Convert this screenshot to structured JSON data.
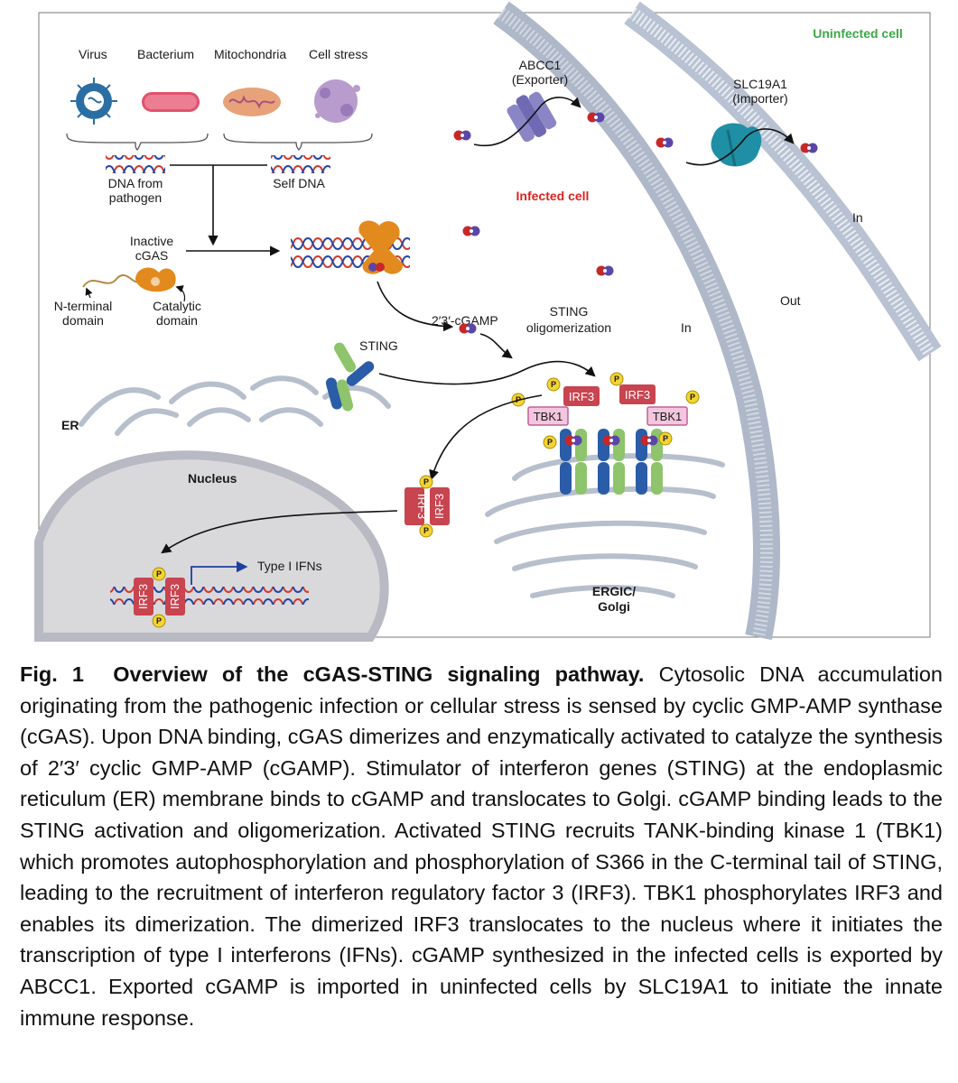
{
  "diagram": {
    "sources": [
      "Virus",
      "Bacterium",
      "Mitochondria",
      "Cell stress"
    ],
    "dna_from_pathogen_l1": "DNA from",
    "dna_from_pathogen_l2": "pathogen",
    "self_dna": "Self DNA",
    "inactive_cgas_l1": "Inactive",
    "inactive_cgas_l2": "cGAS",
    "n_terminal_l1": "N-terminal",
    "n_terminal_l2": "domain",
    "catalytic_l1": "Catalytic",
    "catalytic_l2": "domain",
    "cgamp": "2′3′-cGAMP",
    "sting_olig_l1": "STING",
    "sting_olig_l2": "oligomerization",
    "sting": "STING",
    "er": "ER",
    "nucleus": "Nucleus",
    "type1_ifns": "Type I IFNs",
    "irf3": "IRF3",
    "tbk1": "TBK1",
    "p": "P",
    "ergic_l1": "ERGIC/",
    "ergic_l2": "Golgi",
    "abcc1_l1": "ABCC1",
    "abcc1_l2": "(Exporter)",
    "slc_l1": "SLC19A1",
    "slc_l2": "(Importer)",
    "uninfected_cell": "Uninfected cell",
    "infected_cell": "Infected cell",
    "in_1": "In",
    "in_2": "In",
    "out": "Out"
  },
  "caption": {
    "label": "Fig. 1",
    "title": "Overview of the cGAS-STING signaling pathway.",
    "text": "Cytosolic DNA accumulation originating from the pathogenic infection or cellular stress is sensed by cyclic GMP-AMP synthase (cGAS). Upon DNA binding, cGAS dimerizes and enzymatically activated to catalyze the synthesis of 2′3′ cyclic GMP-AMP (cGAMP). Stimulator of interferon genes (STING) at the endoplasmic reticulum (ER) membrane binds to cGAMP and translocates to Golgi. cGAMP binding leads to the STING activation and oligomerization. Activated STING recruits TANK-binding kinase 1 (TBK1) which promotes autophosphorylation and phosphorylation of S366 in the C-terminal tail of STING, leading to the recruitment of interferon regulatory factor 3 (IRF3). TBK1 phosphorylates IRF3 and enables its dimerization. The dimerized IRF3 translocates to the nucleus where it initiates the transcription of type I interferons (IFNs). cGAMP synthesized in the infected cells is exported by ABCC1. Exported cGAMP is imported in uninfected cells by SLC19A1 to initiate the innate immune response."
  },
  "colors": {
    "frame": "#7a7a7a",
    "membrane": "#a8b2c2",
    "irf3": "#c8444f",
    "sting_blue": "#2b5ca8",
    "sting_green": "#8ec46b",
    "phospho": "#f5d431",
    "tbk1": "#f3c6dd",
    "uninfected": "#3aa847",
    "infected": "#d9241f"
  }
}
